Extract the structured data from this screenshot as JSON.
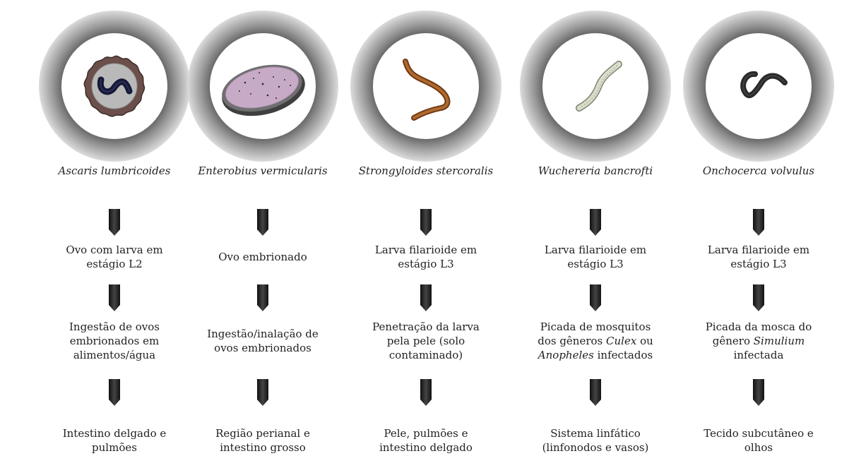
{
  "parasites": [
    {
      "species": "Ascaris lumbricoides",
      "icon": "ascaris-egg-icon",
      "stage": [
        "Ovo com larva em",
        "estágio L2"
      ],
      "transmission": [
        "Ingestão de ovos",
        "embrionados em",
        "alimentos/água"
      ],
      "location": [
        "Intestino delgado e",
        "pulmões"
      ]
    },
    {
      "species": "Enterobius vermicularis",
      "icon": "enterobius-egg-icon",
      "stage": [
        "Ovo embrionado"
      ],
      "transmission": [
        "Ingestão/inalação de",
        "ovos embrionados"
      ],
      "location": [
        "Região perianal e",
        "intestino grosso"
      ]
    },
    {
      "species": "Strongyloides stercoralis",
      "icon": "strongyloides-larva-icon",
      "stage": [
        "Larva filarioide em",
        "estágio L3"
      ],
      "transmission": [
        "Penetração da larva",
        "pela pele (solo",
        "contaminado)"
      ],
      "location": [
        "Pele, pulmões e",
        "intestino delgado"
      ]
    },
    {
      "species": "Wuchereria bancrofti",
      "icon": "wuchereria-larva-icon",
      "stage": [
        "Larva filarioide em",
        "estágio L3"
      ],
      "transmission_pre": "Picada de mosquitos",
      "transmission_mid_a": "dos gêneros ",
      "transmission_genus_a": "Culex",
      "transmission_mid_b": " ou",
      "transmission_genus_b": "Anopheles",
      "transmission_post": " infectados",
      "location": [
        "Sistema linfático",
        "(linfonodos e vasos)"
      ]
    },
    {
      "species": "Onchocerca volvulus",
      "icon": "onchocerca-worm-icon",
      "stage": [
        "Larva filarioide em",
        "estágio L3"
      ],
      "transmission_pre": "Picada da mosca do",
      "transmission_mid_a": "gênero ",
      "transmission_genus_a": "Simulium",
      "transmission_post": "infectada",
      "location": [
        "Tecido subcutâneo e",
        "olhos"
      ]
    }
  ]
}
